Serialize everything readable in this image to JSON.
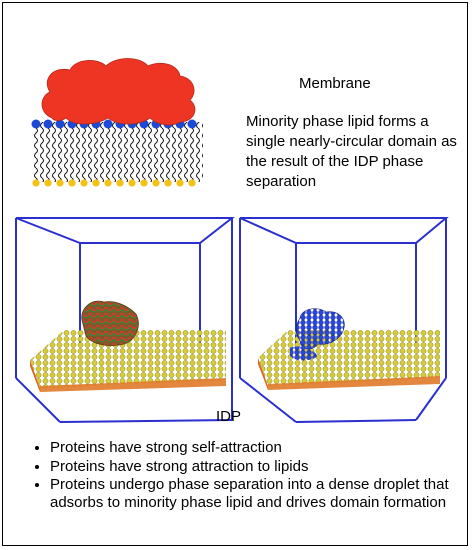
{
  "membrane": {
    "title": "Membrane",
    "description": "Minority phase lipid forms a single nearly-circular domain as the result of the IDP phase separation"
  },
  "simulation": {
    "label": "IDP"
  },
  "bullets": [
    "Proteins have strong self-attraction",
    "Proteins have strong attraction to lipids",
    "Proteins undergo phase separation into a dense droplet that adsorbs to minority phase lipid and drives domain formation"
  ],
  "colors": {
    "protein_droplet": "#ee3524",
    "lipid_head": "#1d49d6",
    "lipid_tail_tip": "#f5c211",
    "box_edge": "#2a2fd0",
    "lipid_field": "#c8c02a",
    "domain": "#1e3bd8"
  }
}
